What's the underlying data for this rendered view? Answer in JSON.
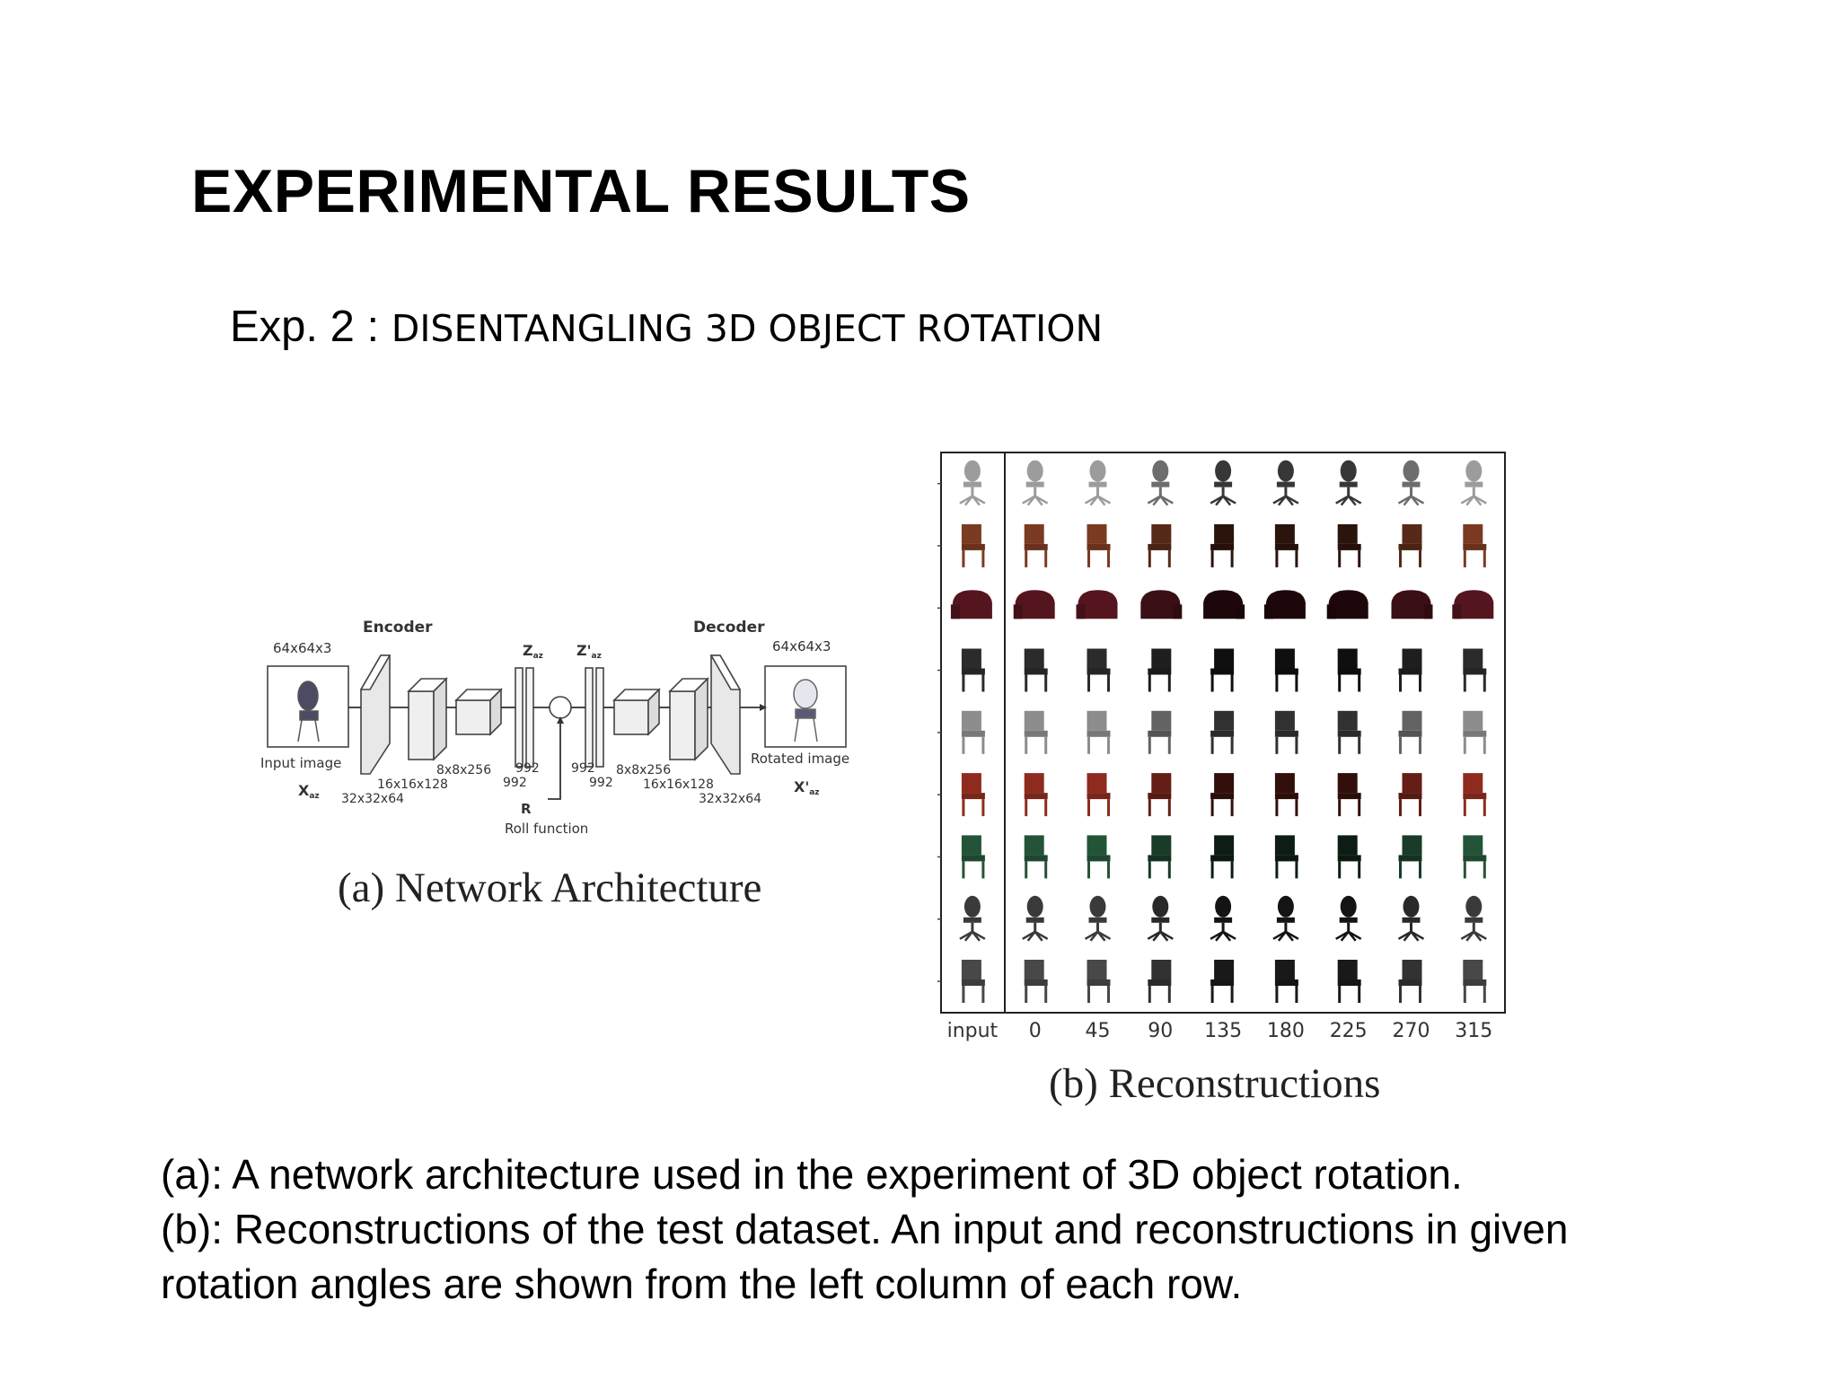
{
  "title": "EXPERIMENTAL RESULTS",
  "subtitle": {
    "lead": "Exp. 2 : ",
    "rest": "DISENTANGLING 3D OBJECT ROTATION"
  },
  "figure_a": {
    "caption": "(a) Network Architecture",
    "labels": {
      "encoder": "Encoder",
      "decoder": "Decoder",
      "in_size": "64x64x3",
      "out_size": "64x64x3",
      "input_image": "Input image",
      "rotated_image": "Rotated image",
      "x_in": "X",
      "x_in_sub": "az",
      "x_out": "X'",
      "x_out_sub": "az",
      "z": "Z",
      "z_sub": "az",
      "z_prime": "Z'",
      "z_prime_sub": "az",
      "enc_conv1": "32x32x64",
      "enc_conv2": "16x16x128",
      "enc_conv3": "8x8x256",
      "fc_enc_a": "992",
      "fc_enc_b": "992",
      "fc_dec_a": "992",
      "fc_dec_b": "992",
      "dec_conv1": "8x8x256",
      "dec_conv2": "16x16x128",
      "dec_conv3": "32x32x64",
      "r": "R",
      "roll_function": "Roll function"
    }
  },
  "figure_b": {
    "caption": "(b) Reconstructions",
    "column_labels": [
      "input",
      "0",
      "45",
      "90",
      "135",
      "180",
      "225",
      "270",
      "315"
    ],
    "row_colors": [
      "#9c9c9c",
      "#7b3a22",
      "#55151f",
      "#2b2b2b",
      "#8d8d8d",
      "#8f2b1e",
      "#245437",
      "#3a3a3a",
      "#484848"
    ]
  },
  "body": [
    "(a): A network architecture used in the experiment of 3D object rotation.",
    "(b): Reconstructions of the test dataset. An input and reconstructions in given",
    "rotation angles are shown from the left column of each row."
  ]
}
